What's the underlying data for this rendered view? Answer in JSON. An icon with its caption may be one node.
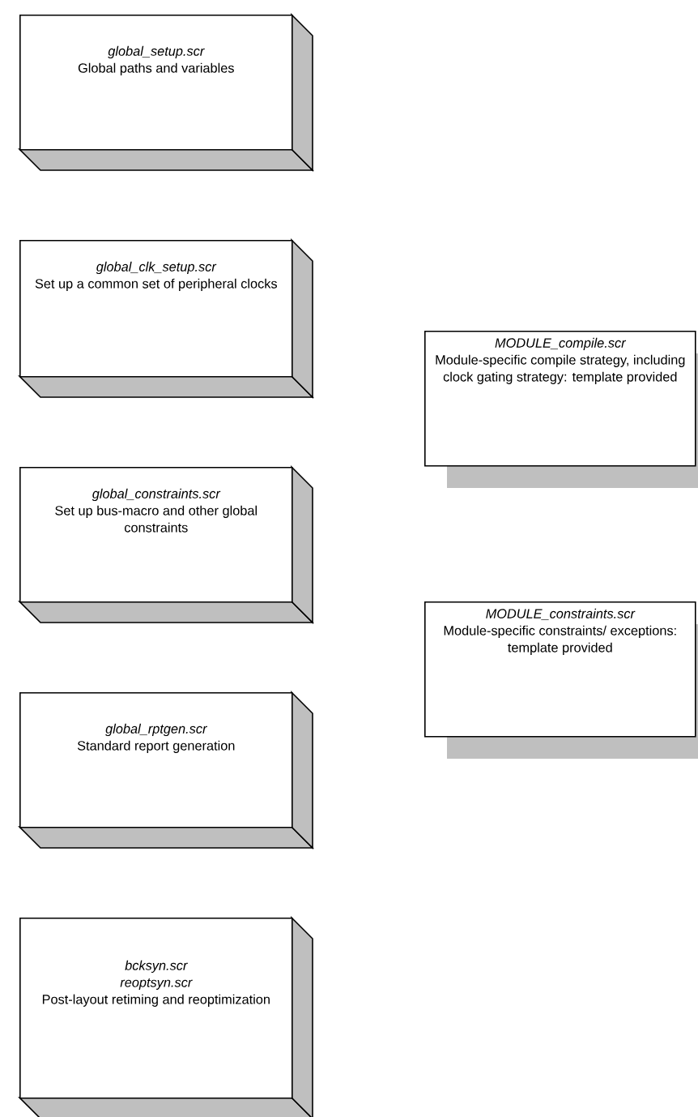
{
  "diagram": {
    "nodes": [
      {
        "text": [
          "global_setup.scr",
          "Global paths and variables"
        ]
      },
      {
        "text": [
          "global_clk_setup.scr",
          "Set up a common set of peripheral clocks"
        ]
      },
      {
        "text": [
          "MODULE_compile.scr",
          "Module-specific compile strategy, including clock gating strategy: template provided"
        ]
      },
      {
        "text": [
          "global_constraints.scr",
          "Set up bus-macro and other global constraints"
        ]
      },
      {
        "text": [
          "MODULE_constraints.scr",
          "Module-specific constraints/ exceptions: template provided"
        ]
      },
      {
        "text": [
          "global_rptgen.scr",
          "Standard report generation"
        ]
      },
      {
        "text": [
          "bcksyn.scr",
          "reoptsyn.scr",
          "Post-layout retiming and reoptimization"
        ]
      }
    ]
  }
}
